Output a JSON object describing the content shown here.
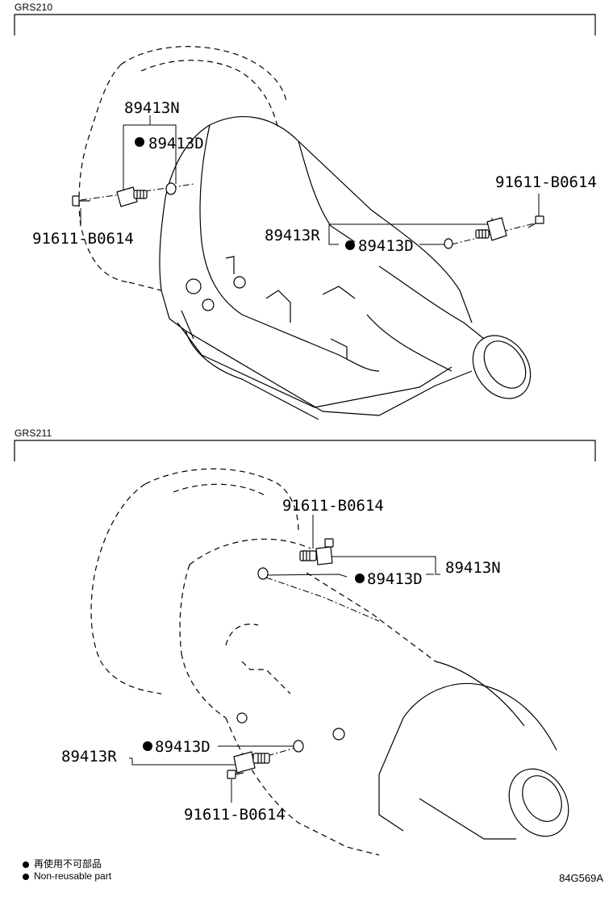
{
  "sections": {
    "top": {
      "label": "GRS210"
    },
    "bottom": {
      "label": "GRS211"
    }
  },
  "top_parts": {
    "sensor_n": "89413N",
    "gasket_d_upper": "89413D",
    "bolt_left": "91611-B0614",
    "bolt_right": "91611-B0614",
    "sensor_r": "89413R",
    "gasket_d_right": "89413D"
  },
  "bottom_parts": {
    "bolt_top": "91611-B0614",
    "sensor_n": "89413N",
    "gasket_d_top": "89413D",
    "sensor_r": "89413R",
    "gasket_d_left": "89413D",
    "bolt_bottom": "91611-B0614"
  },
  "legend": {
    "non_reusable_jp": "再使用不可部品",
    "non_reusable_en": "Non-reusable part"
  },
  "figure_code": "84G569A",
  "marker_icon": "filled-circle"
}
